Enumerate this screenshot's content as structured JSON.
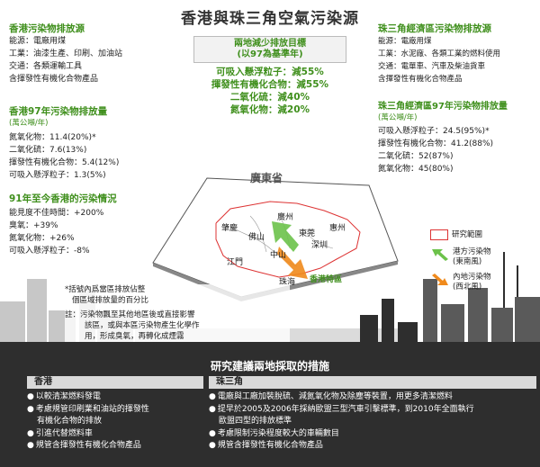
{
  "title": "香港與珠三角空氣污染源",
  "hk_sources": {
    "heading": "香港污染物排放源",
    "items": [
      "能源：電廠用煤",
      "工業：油漆生產、印刷、加油站",
      "交通：各類運輸工具",
      "含揮發性有機化合物產品"
    ]
  },
  "hk_emissions": {
    "heading": "香港97年污染物排放量",
    "unit": "(萬公噸/年)",
    "items": [
      "氮氧化物：11.4(20%)*",
      "二氧化硫：7.6(13%)",
      "揮發性有機化合物：5.4(12%)",
      "可吸入懸浮粒子：1.3(5%)"
    ]
  },
  "hk_trend": {
    "heading": "91年至今香港的污染情況",
    "items": [
      "能見度不佳時間：+200%",
      "臭氧：+39%",
      "氮氧化物：+26%",
      "可吸入懸浮粒子：-8%"
    ]
  },
  "targets": {
    "heading_line1": "兩地減少排放目標",
    "heading_line2": "(以97為基準年)",
    "items": [
      "可吸入懸浮粒子：減55%",
      "揮發性有機化合物：減55%",
      "二氧化硫：減40%",
      "氮氧化物：減20%"
    ]
  },
  "prd_sources": {
    "heading": "珠三角經濟區污染物排放源",
    "items": [
      "能源：電廠用煤",
      "工業：水泥廠、各類工業的燃料使用",
      "交通：電單車、汽車及柴油貨車",
      "含揮發性有機化合物產品"
    ]
  },
  "prd_emissions": {
    "heading": "珠三角經濟區97年污染物排放量",
    "unit": "(萬公噸/年)",
    "items": [
      "可吸入懸浮粒子：24.5(95%)*",
      "揮發性有機化合物：41.2(88%)",
      "二氧化硫：52(87%)",
      "氮氧化物：45(80%)"
    ]
  },
  "map": {
    "province": "廣東省",
    "cities": [
      "肇慶",
      "廣州",
      "佛山",
      "東莞",
      "惠州",
      "江門",
      "中山",
      "深圳",
      "珠海"
    ],
    "hk_label": "香港特區"
  },
  "legend": {
    "study_area": "研究範圍",
    "hk_pollutants_1": "港方污染物",
    "hk_pollutants_2": "(東南風)",
    "mainland_pollutants_1": "內地污染物",
    "mainland_pollutants_2": "(西北風)"
  },
  "footnotes": {
    "star_1": "*括號內爲當區排放佔整",
    "star_2": "個區域排放量的百分比",
    "note_1": "註：污染物飄至其他地區後或直接影響",
    "note_2": "該區，或與本區污染物產生化學作",
    "note_3": "用，形成臭氧，再轉化成煙霧"
  },
  "measures": {
    "title": "研究建議兩地採取的措施",
    "hk": {
      "heading": "香港",
      "items": [
        "以較清潔燃料發電",
        "考慮規管印刷業和油站的揮發性",
        "有機化合物的排放",
        "引進代替燃料車",
        "規管含揮發性有機化合物產品"
      ]
    },
    "prd": {
      "heading": "珠三角",
      "items": [
        "電廠與工廠加裝脫硫、減氮氧化物及除塵等裝置，用更多清潔燃料",
        "提早於2005及2006年採納歐盟三型汽車引擊標準，到2010年全面執行",
        "歐盟四型的排放標準",
        "考慮限制污染程度較大的車輛數目",
        "規管含揮發性有機化合物產品"
      ]
    }
  },
  "colors": {
    "accent_green": "#3f8f1c",
    "arrow_green": "#6cc24a",
    "arrow_orange": "#f08a1c",
    "dark_band": "#2e2e2e"
  }
}
